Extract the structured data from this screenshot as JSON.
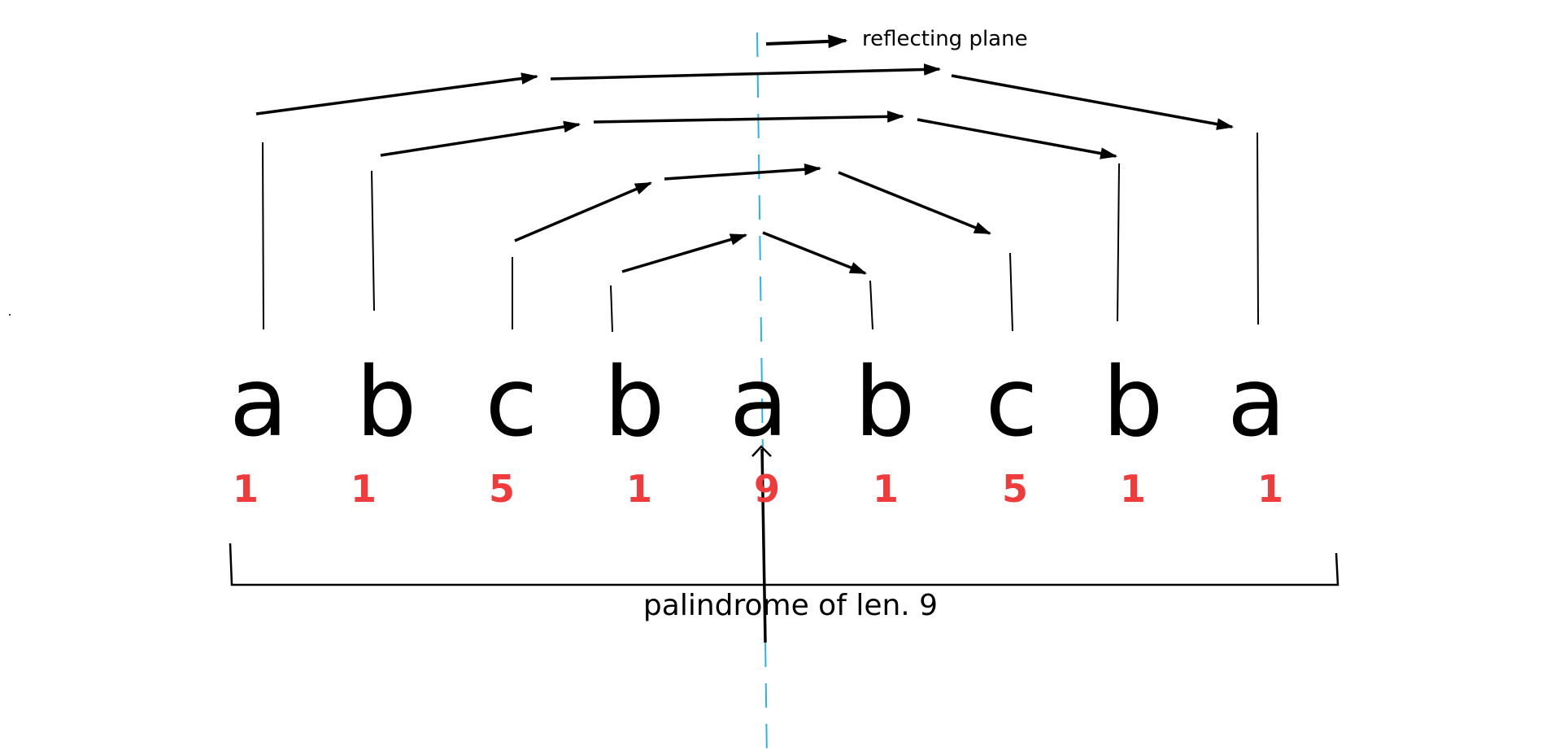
{
  "legend": {
    "reflecting_plane_label": "reflecting plane"
  },
  "sequence": {
    "letters": [
      "a",
      "b",
      "c",
      "b",
      "a",
      "b",
      "c",
      "b",
      "a"
    ],
    "counts": [
      "1",
      "1",
      "5",
      "1",
      "9",
      "1",
      "5",
      "1",
      "1"
    ]
  },
  "bracket": {
    "caption": "palindrome of  len. 9"
  },
  "colors": {
    "count_text": "#ef3b3b",
    "reflecting_plane": "#2ab4e6",
    "ink": "#000000"
  }
}
